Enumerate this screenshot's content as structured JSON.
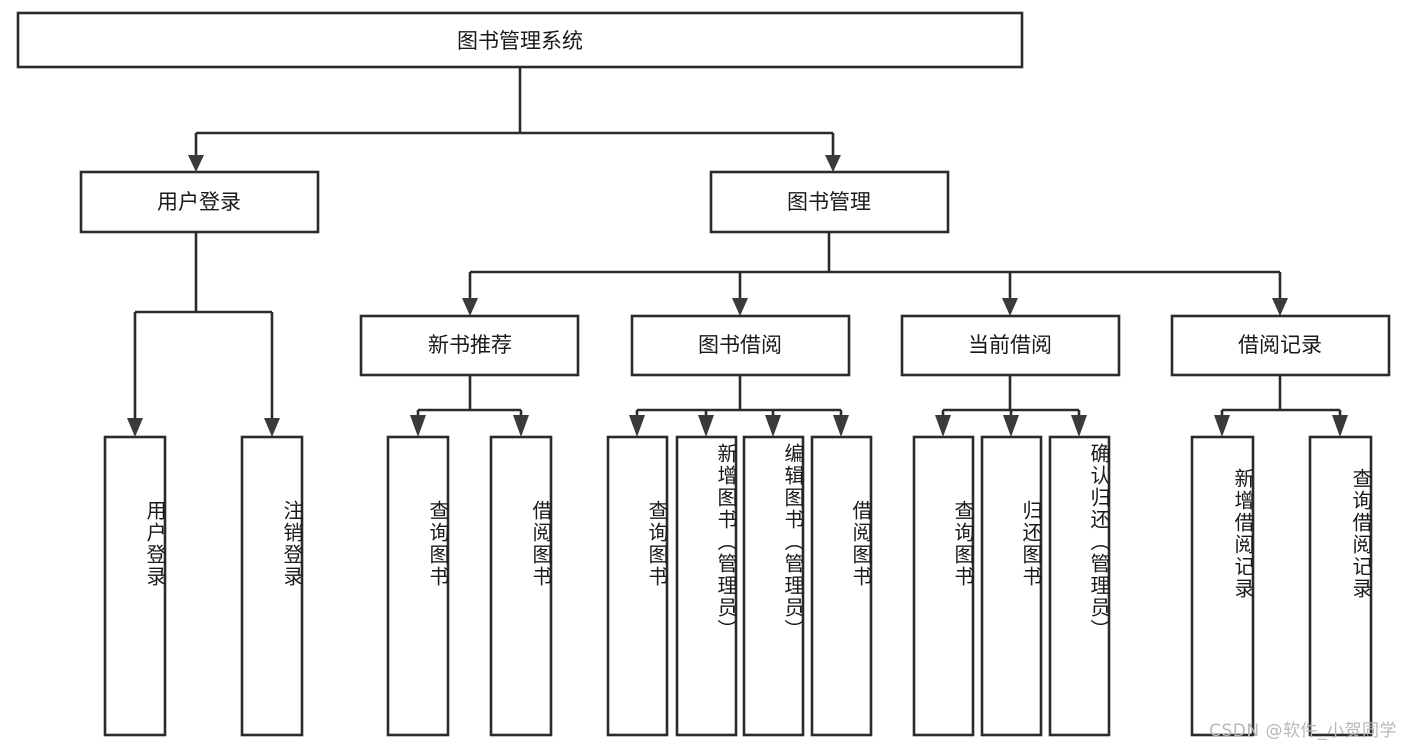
{
  "diagram": {
    "type": "tree-hierarchy",
    "title": "图书管理系统",
    "root": {
      "id": "root",
      "label": "图书管理系统",
      "orientation": "horizontal"
    },
    "level2": [
      {
        "id": "user-login",
        "label": "用户登录",
        "orientation": "horizontal"
      },
      {
        "id": "book-manage",
        "label": "图书管理",
        "orientation": "horizontal"
      }
    ],
    "level3": [
      {
        "id": "new-book-rec",
        "label": "新书推荐",
        "orientation": "horizontal",
        "parent": "book-manage"
      },
      {
        "id": "book-borrow",
        "label": "图书借阅",
        "orientation": "horizontal",
        "parent": "book-manage"
      },
      {
        "id": "current-borrow",
        "label": "当前借阅",
        "orientation": "horizontal",
        "parent": "book-manage"
      },
      {
        "id": "borrow-record",
        "label": "借阅记录",
        "orientation": "horizontal",
        "parent": "book-manage"
      }
    ],
    "leaves": [
      {
        "id": "leaf-user-login",
        "label": "用户登录",
        "orientation": "vertical",
        "parent": "user-login"
      },
      {
        "id": "leaf-logout-login",
        "label": "注销登录",
        "orientation": "vertical",
        "parent": "user-login"
      },
      {
        "id": "leaf-query-book-1",
        "label": "查询图书",
        "orientation": "vertical",
        "parent": "new-book-rec"
      },
      {
        "id": "leaf-borrow-book-1",
        "label": "借阅图书",
        "orientation": "vertical",
        "parent": "new-book-rec"
      },
      {
        "id": "leaf-query-book-2",
        "label": "查询图书",
        "orientation": "vertical",
        "parent": "book-borrow"
      },
      {
        "id": "leaf-add-book",
        "label": "新增图书（管理员）",
        "orientation": "vertical",
        "parent": "book-borrow"
      },
      {
        "id": "leaf-edit-book",
        "label": "编辑图书（管理员）",
        "orientation": "vertical",
        "parent": "book-borrow"
      },
      {
        "id": "leaf-borrow-book-2",
        "label": "借阅图书",
        "orientation": "vertical",
        "parent": "book-borrow"
      },
      {
        "id": "leaf-query-book-3",
        "label": "查询图书",
        "orientation": "vertical",
        "parent": "current-borrow"
      },
      {
        "id": "leaf-return-book",
        "label": "归还图书",
        "orientation": "vertical",
        "parent": "current-borrow"
      },
      {
        "id": "leaf-confirm-return",
        "label": "确认归还（管理员）",
        "orientation": "vertical",
        "parent": "current-borrow"
      },
      {
        "id": "leaf-add-record",
        "label": "新增借阅记录",
        "orientation": "vertical",
        "parent": "borrow-record"
      },
      {
        "id": "leaf-query-record",
        "label": "查询借阅记录",
        "orientation": "vertical",
        "parent": "borrow-record"
      }
    ],
    "colors": {
      "stroke": "#2b2b2b",
      "fill": "#ffffff",
      "text": "#1a1a1a",
      "arrow": "#3a3a3a",
      "watermark": "#b8b8b8"
    }
  },
  "watermark": {
    "text": "CSDN @软件_小贺同学"
  }
}
